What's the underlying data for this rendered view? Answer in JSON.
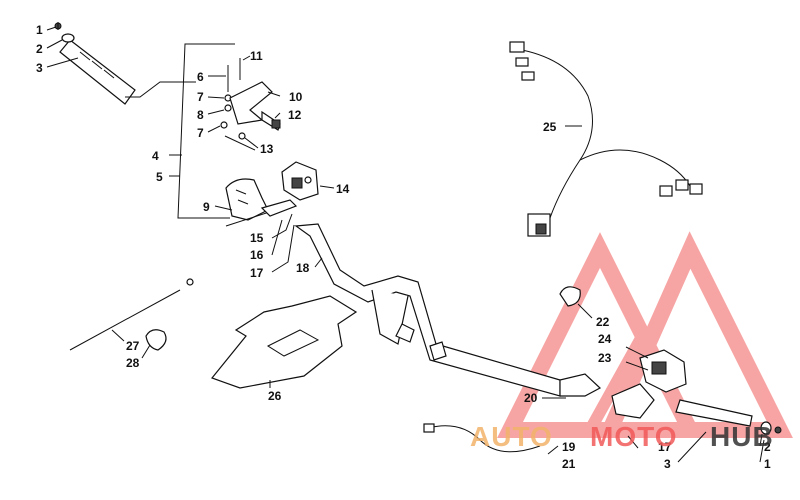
{
  "callouts": [
    {
      "id": "c1a",
      "text": "1"
    },
    {
      "id": "c2a",
      "text": "2"
    },
    {
      "id": "c3a",
      "text": "3"
    },
    {
      "id": "c4",
      "text": "4"
    },
    {
      "id": "c5",
      "text": "5"
    },
    {
      "id": "c6",
      "text": "6"
    },
    {
      "id": "c7a",
      "text": "7"
    },
    {
      "id": "c8",
      "text": "8"
    },
    {
      "id": "c7b",
      "text": "7"
    },
    {
      "id": "c9",
      "text": "9"
    },
    {
      "id": "c10",
      "text": "10"
    },
    {
      "id": "c11",
      "text": "11"
    },
    {
      "id": "c12",
      "text": "12"
    },
    {
      "id": "c13",
      "text": "13"
    },
    {
      "id": "c14",
      "text": "14"
    },
    {
      "id": "c15",
      "text": "15"
    },
    {
      "id": "c16",
      "text": "16"
    },
    {
      "id": "c17a",
      "text": "17"
    },
    {
      "id": "c18",
      "text": "18"
    },
    {
      "id": "c19",
      "text": "19"
    },
    {
      "id": "c20",
      "text": "20"
    },
    {
      "id": "c21",
      "text": "21"
    },
    {
      "id": "c22",
      "text": "22"
    },
    {
      "id": "c23",
      "text": "23"
    },
    {
      "id": "c24",
      "text": "24"
    },
    {
      "id": "c25",
      "text": "25"
    },
    {
      "id": "c26",
      "text": "26"
    },
    {
      "id": "c27",
      "text": "27"
    },
    {
      "id": "c28",
      "text": "28"
    },
    {
      "id": "c17b",
      "text": "17"
    },
    {
      "id": "c3b",
      "text": "3"
    },
    {
      "id": "c2b",
      "text": "2"
    },
    {
      "id": "c1b",
      "text": "1"
    }
  ],
  "watermark": {
    "text_part1": "AUTO",
    "text_part2": "MOTO",
    "text_part3": "HUB",
    "color_accent": "#f25a5a",
    "color_dark": "#333333"
  }
}
